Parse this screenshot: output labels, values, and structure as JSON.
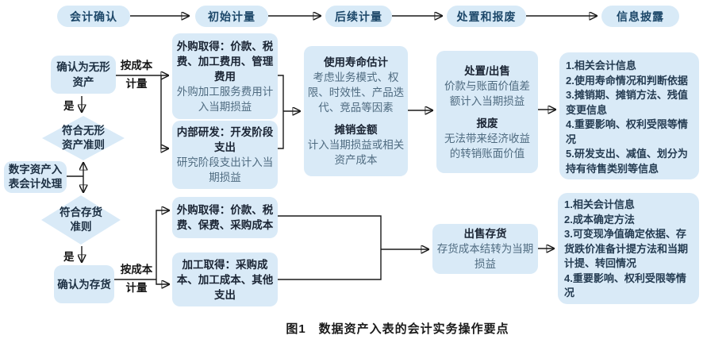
{
  "stages": [
    {
      "label": "会计确认"
    },
    {
      "label": "初始计量"
    },
    {
      "label": "后续计量"
    },
    {
      "label": "处置和报废"
    },
    {
      "label": "信息披露"
    }
  ],
  "flow": {
    "root": [
      "数字资产入",
      "表会计处理"
    ],
    "decision_intangible": [
      "符合无形",
      "资产准则"
    ],
    "decision_inventory": [
      "符合存货",
      "准则"
    ],
    "yes_label": "是",
    "recognize_intangible": [
      "确认为无形",
      "资产"
    ],
    "recognize_inventory": "确认为存货",
    "cost_measure": [
      "按成本",
      "计量"
    ]
  },
  "intangible": {
    "purchase_title": "外购取得：价款、税费、加工费用、管理费用",
    "purchase_note": "外购加工服务费用计入当期损益",
    "rd_title": "内部研发：开发阶段支出",
    "rd_note": "研究阶段支出计入当期损益",
    "life_title": "使用寿命估计",
    "life_note": "考虑业务模式、权限、时效性、产品迭代、竞品等因素",
    "amort_title": "摊销金额",
    "amort_note": "计入当期损益或相关资产成本",
    "disposal_title": "处置/出售",
    "disposal_note": "价款与账面价值差额计入当期损益",
    "scrap_title": "报废",
    "scrap_note": "无法带来经济收益的转销账面价值",
    "disclosure": [
      "1.相关会计信息",
      "2.使用寿命情况和判断依据",
      "3.摊销期、摊销方法、残值变更信息",
      "4.重要影响、权利受限等情况",
      "5.研发支出、减值、划分为持有待售类别等信息"
    ]
  },
  "inventory": {
    "purchase_title": "外购取得：价款、税费、保费、采购成本",
    "processing_title": "加工取得：采购成本、加工成本、其他支出",
    "sale_title": "出售存货",
    "sale_note": "存货成本结转为当期损益",
    "disclosure": [
      "1.相关会计信息",
      "2.成本确定方法",
      "3.可变现净值确定依据、存货跌价准备计提方法和当期计提、转回情况",
      "4.重要影响、权利受限等情况"
    ]
  },
  "caption": "图1　数据资产入表的会计实务操作要点",
  "colors": {
    "box_fill": "#d9eaf7",
    "line": "#1a1a1a",
    "pill_text": "#1c4769",
    "bold_text": "#1a2433",
    "note_text": "#4f6b80"
  }
}
